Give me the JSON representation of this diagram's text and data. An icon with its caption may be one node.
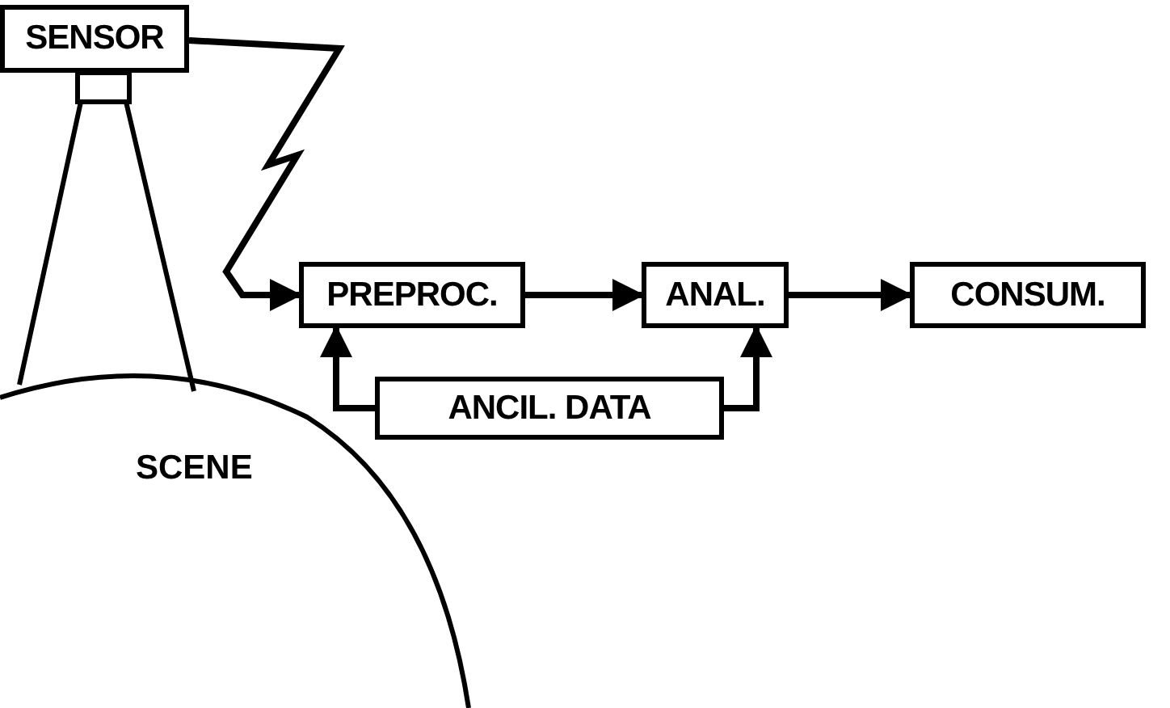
{
  "diagram": {
    "nodes": [
      {
        "text": [
          "SENSOR"
        ]
      },
      {
        "text": [
          "PREPROC."
        ]
      },
      {
        "text": [
          "ANAL."
        ]
      },
      {
        "text": [
          "CONSUM."
        ]
      },
      {
        "text": [
          "ANCIL. DATA"
        ]
      },
      {
        "text": [
          "SCENE"
        ]
      }
    ],
    "edges": [
      {
        "from": 0,
        "to": 1,
        "arrow": "to"
      },
      {
        "from": 1,
        "to": 2,
        "arrow": "to"
      },
      {
        "from": 2,
        "to": 3,
        "arrow": "to"
      },
      {
        "from": 4,
        "to": 1,
        "arrow": "to"
      },
      {
        "from": 4,
        "to": 2,
        "arrow": "to"
      }
    ]
  }
}
